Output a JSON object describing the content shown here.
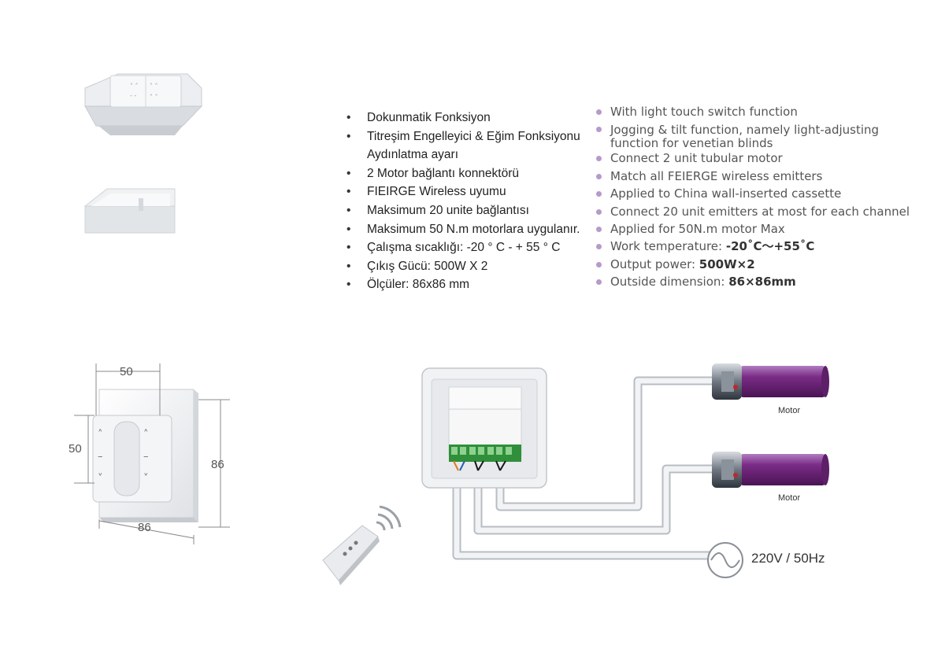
{
  "features_tr": [
    "Dokunmatik Fonksiyon",
    "Titreşim Engelleyici & Eğim Fonksiyonu",
    "Aydınlatma ayarı",
    "2 Motor bağlantı konnektörü",
    "FIEIRGE Wireless uyumu",
    "Maksimum 20 unite bağlantısı",
    "Maksimum 50 N.m  motorlara uygulanır.",
    "Çalışma sıcaklığı: -20 ° C - + 55 ° C",
    "Çıkış Gücü: 500W X 2",
    "Ölçüler: 86x86 mm"
  ],
  "features_en": {
    "touch": "With light touch switch function",
    "jogging_1": "Jogging & tilt function, namely light-adjusting",
    "jogging_2": "function for venetian blinds",
    "connect_motor": "Connect 2 unit tubular motor",
    "match": "Match all FEIERGE wireless emitters",
    "cassette": "Applied to China wall-inserted cassette",
    "emitters": "Connect 20 unit emitters at most for each channel",
    "motor_max": "Applied for 50N.m motor Max",
    "temp_label": "Work temperature: ",
    "temp_value": "-20˚C～+55˚C",
    "power_label": "Output power: ",
    "power_value": "500W×2",
    "dim_label": "Outside dimension: ",
    "dim_value": "86×86mm"
  },
  "dimensions": {
    "top_width": "50",
    "left_height": "50",
    "right_height": "86",
    "bottom_width": "86"
  },
  "diagram": {
    "motor_1": "Motor",
    "motor_2": "Motor",
    "power": "220V / 50Hz"
  },
  "colors": {
    "motor_tube": "#7a2c86",
    "bullet_en": "#b79ac9"
  }
}
